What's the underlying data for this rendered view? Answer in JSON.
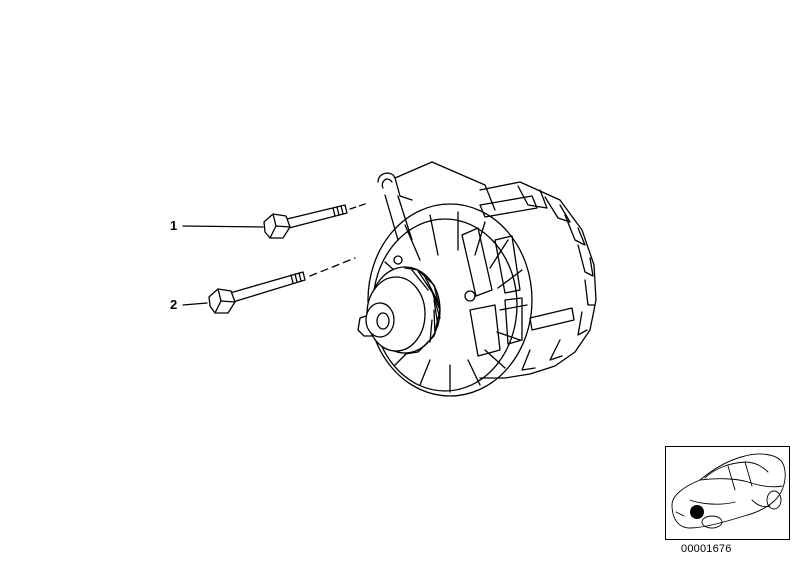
{
  "callouts": [
    {
      "number": "1",
      "part": "hex-bolt-short"
    },
    {
      "number": "2",
      "part": "hex-bolt-long"
    }
  ],
  "diagram_id": "00001676",
  "icons": {
    "main": "alternator-illustration",
    "locator": "car-locator-icon",
    "marker": "location-dot-icon"
  },
  "colors": {
    "line": "#000000",
    "background": "#ffffff"
  }
}
